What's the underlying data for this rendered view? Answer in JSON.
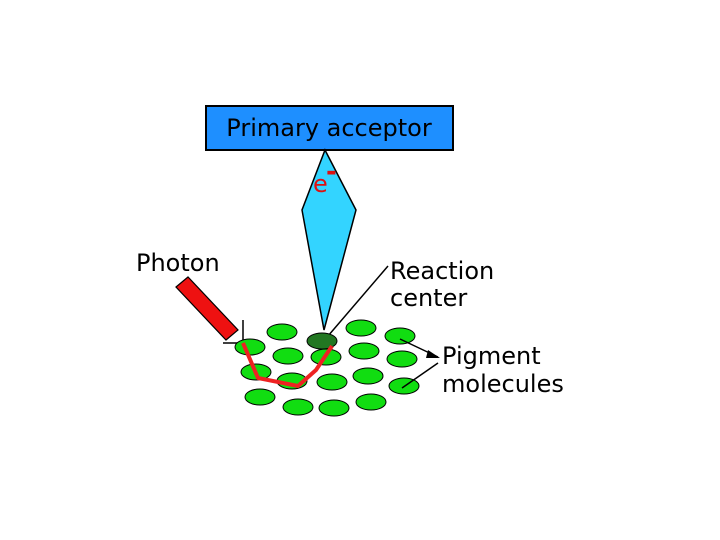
{
  "diagram": {
    "primary_acceptor": "Primary acceptor",
    "electron": "e",
    "electron_charge": "-",
    "photon": "Photon",
    "reaction_center_line1": "Reaction",
    "reaction_center_line2": "center",
    "pigment_line1": "Pigment",
    "pigment_line2": "molecules"
  },
  "colors": {
    "acceptor_box": "#1e8fff",
    "electron_beam": "#33d4ff",
    "pigment": "#11dd11",
    "reaction_center": "#227722",
    "photon_arrow": "#ee1111",
    "energy_path": "#ee2222"
  }
}
